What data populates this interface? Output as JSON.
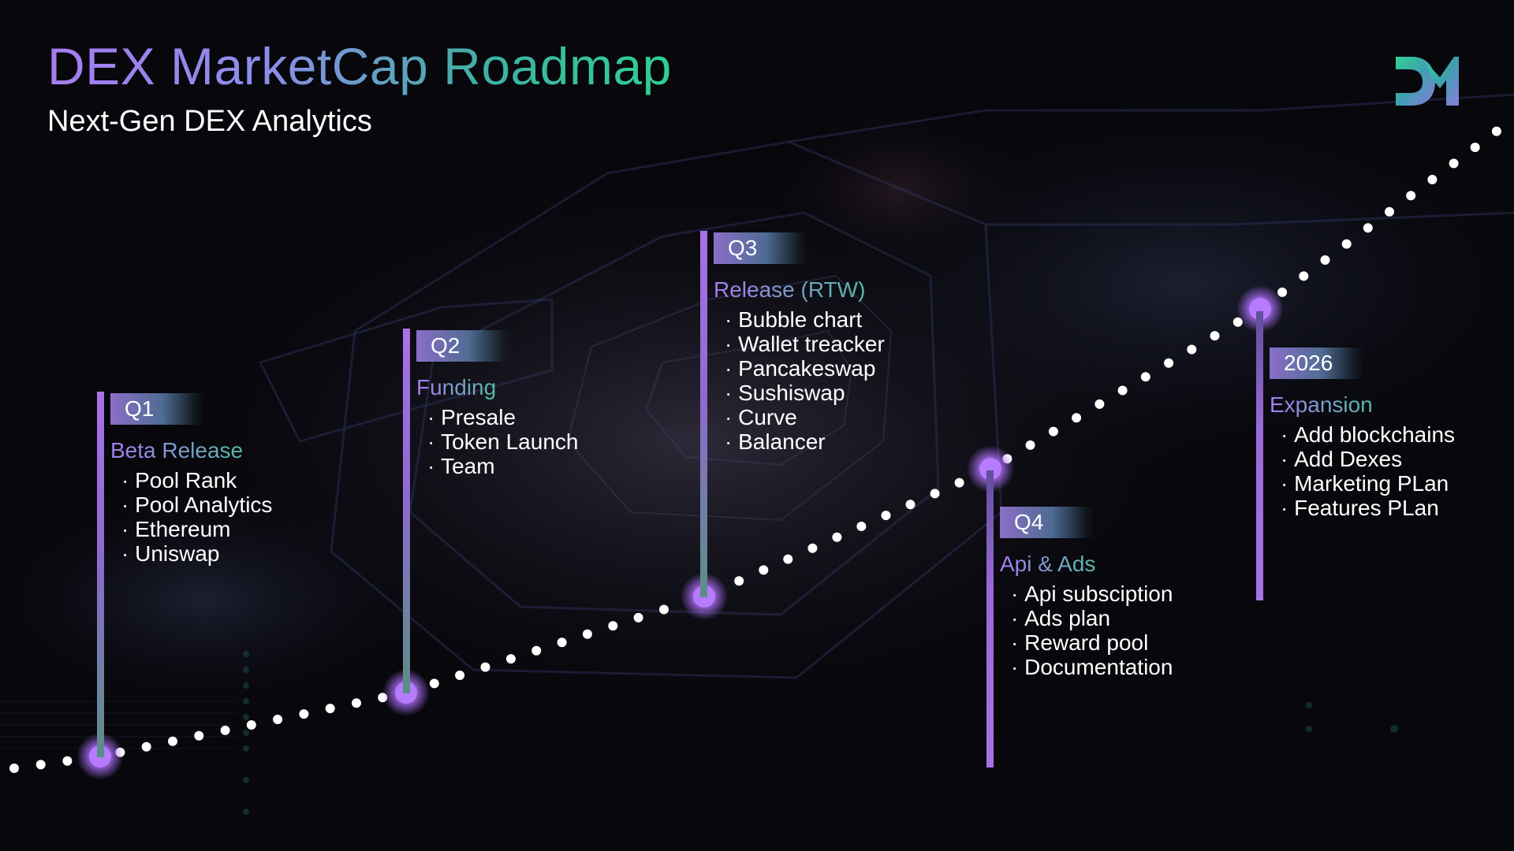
{
  "header": {
    "title": "DEX MarketCap Roadmap",
    "subtitle": "Next-Gen DEX Analytics"
  },
  "colors": {
    "background": "#07070c",
    "accent_purple": "#a872e6",
    "accent_teal": "#2fcf92",
    "node_glow": "#b77bff",
    "dot": "#ffffff"
  },
  "icons": {
    "logo": "dex-marketcap-logo"
  },
  "milestones": [
    {
      "label": "Q1",
      "heading": "Beta Release",
      "items": [
        "Pool Rank",
        "Pool Analytics",
        "Ethereum",
        "Uniswap"
      ]
    },
    {
      "label": "Q2",
      "heading": "Funding",
      "items": [
        "Presale",
        "Token Launch",
        "Team"
      ]
    },
    {
      "label": "Q3",
      "heading": "Release (RTW)",
      "items": [
        "Bubble chart",
        "Wallet treacker",
        "Pancakeswap",
        "Sushiswap",
        "Curve",
        "Balancer"
      ]
    },
    {
      "label": "Q4",
      "heading": "Api & Ads",
      "items": [
        "Api subsciption",
        "Ads plan",
        "Reward pool",
        "Documentation"
      ]
    },
    {
      "label": "2026",
      "heading": "Expansion",
      "items": [
        "Add blockchains",
        "Add Dexes",
        "Marketing PLan",
        "Features PLan"
      ]
    }
  ]
}
